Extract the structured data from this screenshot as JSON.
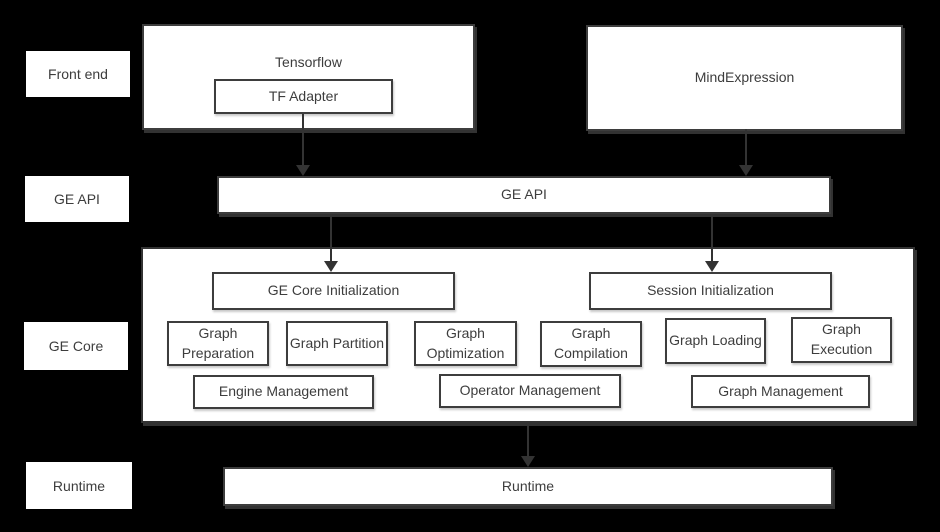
{
  "colors": {
    "background": "#000000",
    "box_fill": "#ffffff",
    "box_border": "#3d3d3d",
    "text": "#3d3d3d",
    "arrow": "#333333"
  },
  "row_labels": {
    "front_end": "Front end",
    "ge_api": "GE API",
    "ge_core": "GE Core",
    "runtime": "Runtime"
  },
  "front_end": {
    "tensorflow": "Tensorflow",
    "tf_adapter": "TF Adapter",
    "mindexpression": "MindExpression"
  },
  "ge_api": {
    "bar": "GE API"
  },
  "ge_core": {
    "initialization": "GE Core Initialization",
    "session_initialization": "Session Initialization",
    "graph_preparation": "Graph Preparation",
    "graph_partition": "Graph Partition",
    "graph_optimization": "Graph Optimization",
    "graph_compilation": "Graph Compilation",
    "graph_loading": "Graph Loading",
    "graph_execution": "Graph Execution",
    "engine_management": "Engine Management",
    "operator_management": "Operator Management",
    "graph_management": "Graph Management"
  },
  "runtime": {
    "bar": "Runtime"
  },
  "icons": {
    "arrow_down": "arrow-down-icon"
  }
}
